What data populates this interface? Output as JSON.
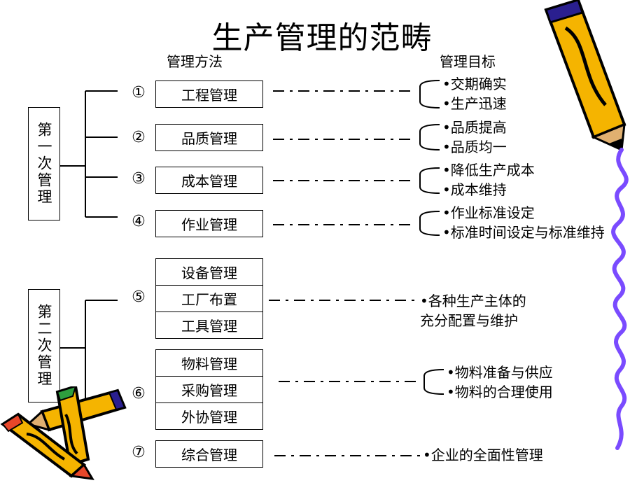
{
  "title": "生产管理的范畴",
  "headers": {
    "methods": "管理方法",
    "goals": "管理目标"
  },
  "groups": [
    {
      "label": "第一次管理"
    },
    {
      "label": "第二次管理"
    }
  ],
  "methods": {
    "m1": {
      "num": "①",
      "items": [
        "工程管理"
      ],
      "goals": [
        "•交期确实",
        "•生产迅速"
      ]
    },
    "m2": {
      "num": "②",
      "items": [
        "品质管理"
      ],
      "goals": [
        "•品质提高",
        "•品质均一"
      ]
    },
    "m3": {
      "num": "③",
      "items": [
        "成本管理"
      ],
      "goals": [
        "•降低生产成本",
        "•成本维持"
      ]
    },
    "m4": {
      "num": "④",
      "items": [
        "作业管理"
      ],
      "goals": [
        "•作业标准设定",
        "•标准时间设定与标准维持"
      ]
    },
    "m5": {
      "num": "⑤",
      "items": [
        "设备管理",
        "工厂布置",
        "工具管理"
      ],
      "goals": [
        "•各种生产主体的",
        "充分配置与维护"
      ]
    },
    "m6": {
      "num": "⑥",
      "items": [
        "物料管理",
        "采购管理",
        "外协管理"
      ],
      "goals": [
        "•物料准备与供应",
        "•物料的合理使用"
      ]
    },
    "m7": {
      "num": "⑦",
      "items": [
        "综合管理"
      ],
      "goals": [
        "•企业的全面性管理"
      ]
    }
  },
  "colors": {
    "pencil_body": "#f5b400",
    "pencil_outline": "#000000",
    "pencil_tip": "#e8472a",
    "pencil_band": "#2a1f8f",
    "scribble": "#7a4bff"
  }
}
